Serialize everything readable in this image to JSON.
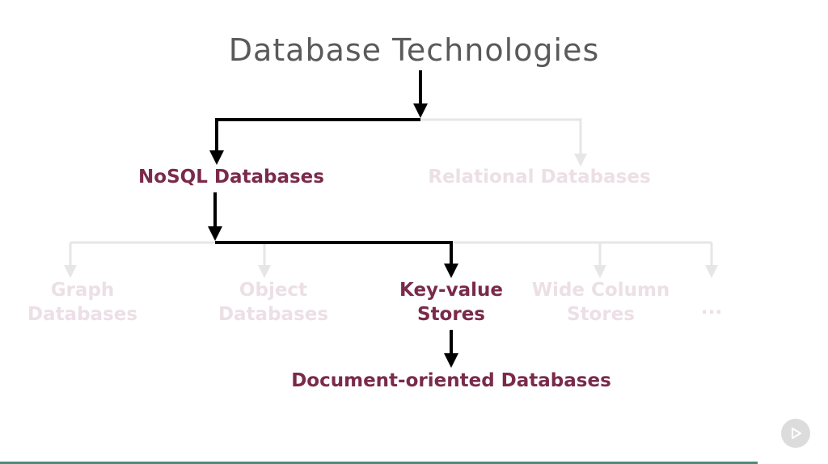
{
  "title": "Database Technologies",
  "nodes": {
    "nosql": "NoSQL Databases",
    "relational": "Relational Databases",
    "graph": {
      "line1": "Graph",
      "line2": "Databases"
    },
    "object": {
      "line1": "Object",
      "line2": "Databases"
    },
    "keyvalue": {
      "line1": "Key-value",
      "line2": "Stores"
    },
    "widecolumn": {
      "line1": "Wide Column",
      "line2": "Stores"
    },
    "more": "...",
    "document": "Document-oriented Databases"
  },
  "colors": {
    "active_text": "#7a2a4a",
    "faded_text": "#ecdfe6",
    "active_line": "#000000",
    "faded_line": "#e6e6e6",
    "title": "#5a5a5a"
  },
  "icons": {
    "player": "play-icon"
  }
}
